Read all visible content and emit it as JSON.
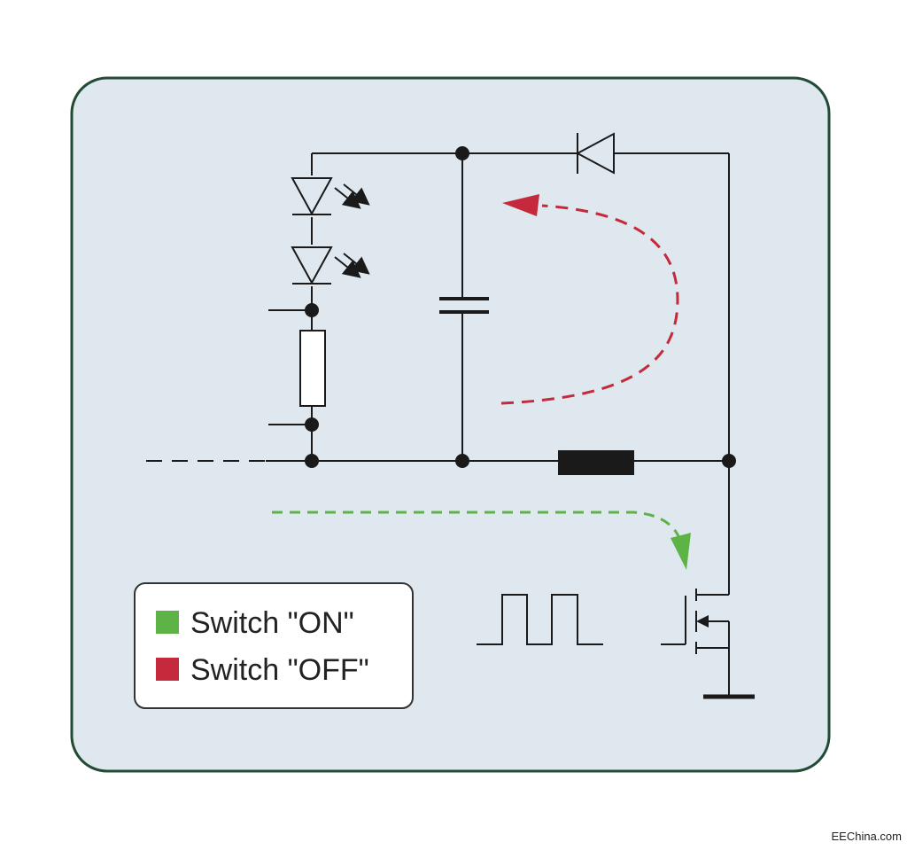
{
  "colors": {
    "panel_fill": "#dfe8ee",
    "panel_border": "#234a33",
    "wire": "#1a1a1a",
    "switch_on": "#5db345",
    "switch_off": "#c42a3c",
    "legend_fill": "#ffffff"
  },
  "legend": {
    "items": [
      {
        "label": "Switch \"ON\"",
        "color": "#5db345"
      },
      {
        "label": "Switch \"OFF\"",
        "color": "#c42a3c"
      }
    ]
  },
  "components": [
    "led-1",
    "led-2",
    "resistor",
    "capacitor",
    "inductor",
    "diode",
    "mosfet-switch",
    "ground",
    "pwm-signal"
  ],
  "watermark": "EEChina.com"
}
